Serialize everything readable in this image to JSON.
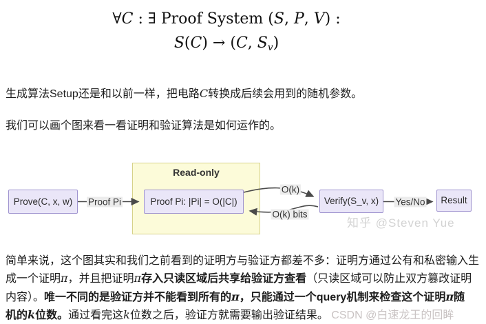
{
  "formula": {
    "line1": [
      {
        "t": "∀",
        "s": "r"
      },
      {
        "t": "C",
        "s": "i"
      },
      {
        "t": " : ",
        "s": "r"
      },
      {
        "t": "∃ ",
        "s": "r"
      },
      {
        "t": "Proof System (",
        "s": "r"
      },
      {
        "t": "S",
        "s": "i"
      },
      {
        "t": ", ",
        "s": "r"
      },
      {
        "t": "P",
        "s": "i"
      },
      {
        "t": ", ",
        "s": "r"
      },
      {
        "t": "V",
        "s": "i"
      },
      {
        "t": ") :",
        "s": "r"
      }
    ],
    "line2": [
      {
        "t": "S",
        "s": "i"
      },
      {
        "t": "(",
        "s": "r"
      },
      {
        "t": "C",
        "s": "i"
      },
      {
        "t": ") → (",
        "s": "r"
      },
      {
        "t": "C",
        "s": "i"
      },
      {
        "t": ", ",
        "s": "r"
      },
      {
        "t": "S",
        "s": "i"
      },
      {
        "t": "v",
        "s": "isub"
      },
      {
        "t": ")",
        "s": "r"
      }
    ]
  },
  "paragraphs": {
    "p1": [
      {
        "t": "生成算法Setup还是和以前一样，把电路",
        "s": "n"
      },
      {
        "t": "C",
        "s": "i"
      },
      {
        "t": "转换成后续会用到的随机参数。",
        "s": "n"
      }
    ],
    "p2": [
      {
        "t": "我们可以画个图来看一看证明和验证算法是如何运作的。",
        "s": "n"
      }
    ]
  },
  "diagram": {
    "readonly_label": "Read-only",
    "prove_box": "Prove(C, x, w)",
    "proof_box": "Proof Pi:  |Pi| = O(|C|)",
    "verify_box": "Verify(S_v, x)",
    "result_box": "Result",
    "labels": {
      "prove_to_proof": "Proof Pi",
      "proof_to_verify": "O(k)",
      "verify_to_proof": "O(k) bits",
      "verify_to_result": "Yes/No"
    },
    "watermark_zhihu": "知乎 @Steven Yue"
  },
  "paragraph3": {
    "lines": [
      [
        {
          "t": "简单来说，这个图其实和我们之前看到的证明方与验证方都差不多：证明方通过公有和私密输入生",
          "s": "n"
        }
      ],
      [
        {
          "t": "成一个证明",
          "s": "n"
        },
        {
          "t": "π",
          "s": "i"
        },
        {
          "t": "，并且把证明",
          "s": "n"
        },
        {
          "t": "π",
          "s": "i"
        },
        {
          "t": "存入只读区域后共享给验证方查看",
          "s": "b"
        },
        {
          "t": "（只读区域可以防止双方篡改证明",
          "s": "n"
        }
      ],
      [
        {
          "t": "内容）。",
          "s": "n"
        },
        {
          "t": "唯一不同的是验证方并不能看到所有的",
          "s": "b"
        },
        {
          "t": "π",
          "s": "bi"
        },
        {
          "t": "，只能通过一个query机制来检查这个证明",
          "s": "b"
        },
        {
          "t": "π",
          "s": "bi"
        },
        {
          "t": "随",
          "s": "b"
        }
      ],
      [
        {
          "t": "机的",
          "s": "b"
        },
        {
          "t": "k",
          "s": "bi"
        },
        {
          "t": "位数。",
          "s": "b"
        },
        {
          "t": "通过看完这",
          "s": "n"
        },
        {
          "t": "k",
          "s": "i"
        },
        {
          "t": "位数之后，验证方就需要输出验证结果。",
          "s": "n"
        },
        {
          "t": " CSDN @白速龙王的回眸",
          "s": "wm"
        }
      ]
    ]
  },
  "colors": {
    "box_fill": "#eae6f8",
    "box_border": "#9f93cf",
    "readonly_fill": "#fcfbd9",
    "readonly_border": "#d6d28a",
    "arrow": "#4a4a4a",
    "label_bg": "#ececec",
    "watermark_zhihu": "#d3d3d3",
    "watermark_csdn": "#c9c3c3"
  }
}
